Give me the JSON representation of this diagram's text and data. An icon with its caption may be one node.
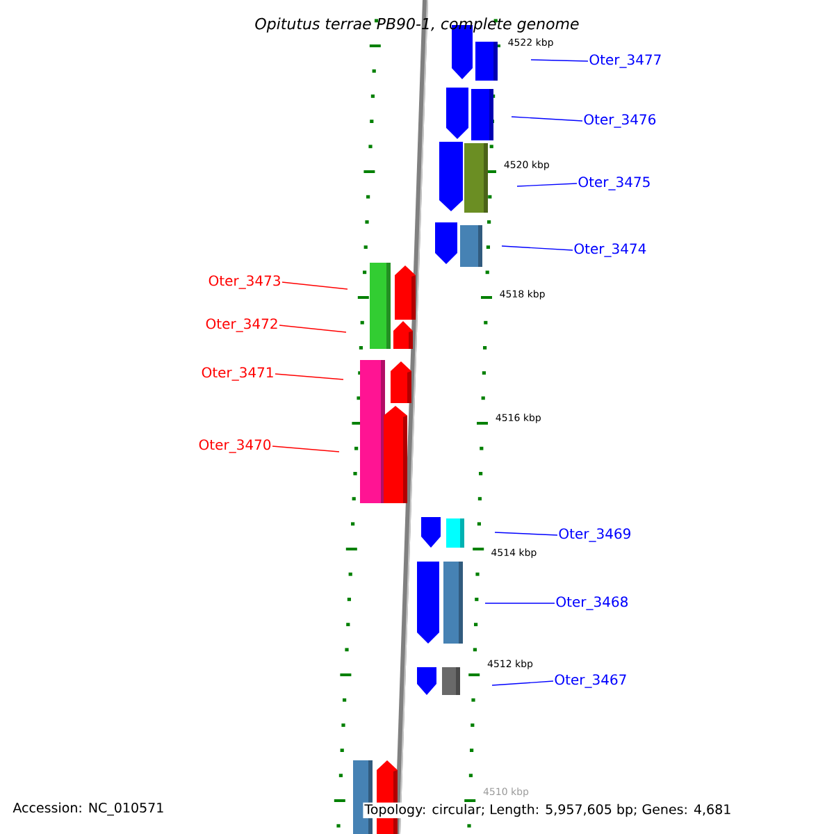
{
  "diagram": {
    "title": "Opitutus terrae PB90-1, complete genome",
    "nodes": [
      {
        "text": [
          "Oter_3477"
        ]
      },
      {
        "text": [
          "Oter_3476"
        ]
      },
      {
        "text": [
          "Oter_3475"
        ]
      },
      {
        "text": [
          "Oter_3474"
        ]
      },
      {
        "text": [
          "Oter_3473"
        ]
      },
      {
        "text": [
          "Oter_3472"
        ]
      },
      {
        "text": [
          "Oter_3471"
        ]
      },
      {
        "text": [
          "Oter_3470"
        ]
      },
      {
        "text": [
          "Oter_3469"
        ]
      },
      {
        "text": [
          "Oter_3468"
        ]
      },
      {
        "text": [
          "Oter_3467"
        ]
      }
    ],
    "edges": [
      {
        "from": 0,
        "to": null,
        "arrow": "none"
      },
      {
        "from": 1,
        "to": null,
        "arrow": "none"
      },
      {
        "from": 2,
        "to": null,
        "arrow": "none"
      },
      {
        "from": 3,
        "to": null,
        "arrow": "none"
      },
      {
        "from": 4,
        "to": null,
        "arrow": "none",
        "color": "#ff0000"
      },
      {
        "from": 5,
        "to": null,
        "arrow": "none",
        "color": "#ff0000"
      },
      {
        "from": 6,
        "to": null,
        "arrow": "none",
        "color": "#ff0000"
      },
      {
        "from": 7,
        "to": null,
        "arrow": "none",
        "color": "#ff0000"
      },
      {
        "from": 8,
        "to": null,
        "arrow": "none"
      },
      {
        "from": 9,
        "to": null,
        "arrow": "none"
      },
      {
        "from": 10,
        "to": null,
        "arrow": "none"
      }
    ],
    "labels": [
      "4522 kbp",
      "4520 kbp",
      "4518 kbp",
      "4516 kbp",
      "4514 kbp",
      "4512 kbp",
      "4510 kbp",
      "Accession: NC_010571",
      "Topology: circular; Length: 5,957,605 bp; Genes: 4,681"
    ]
  }
}
